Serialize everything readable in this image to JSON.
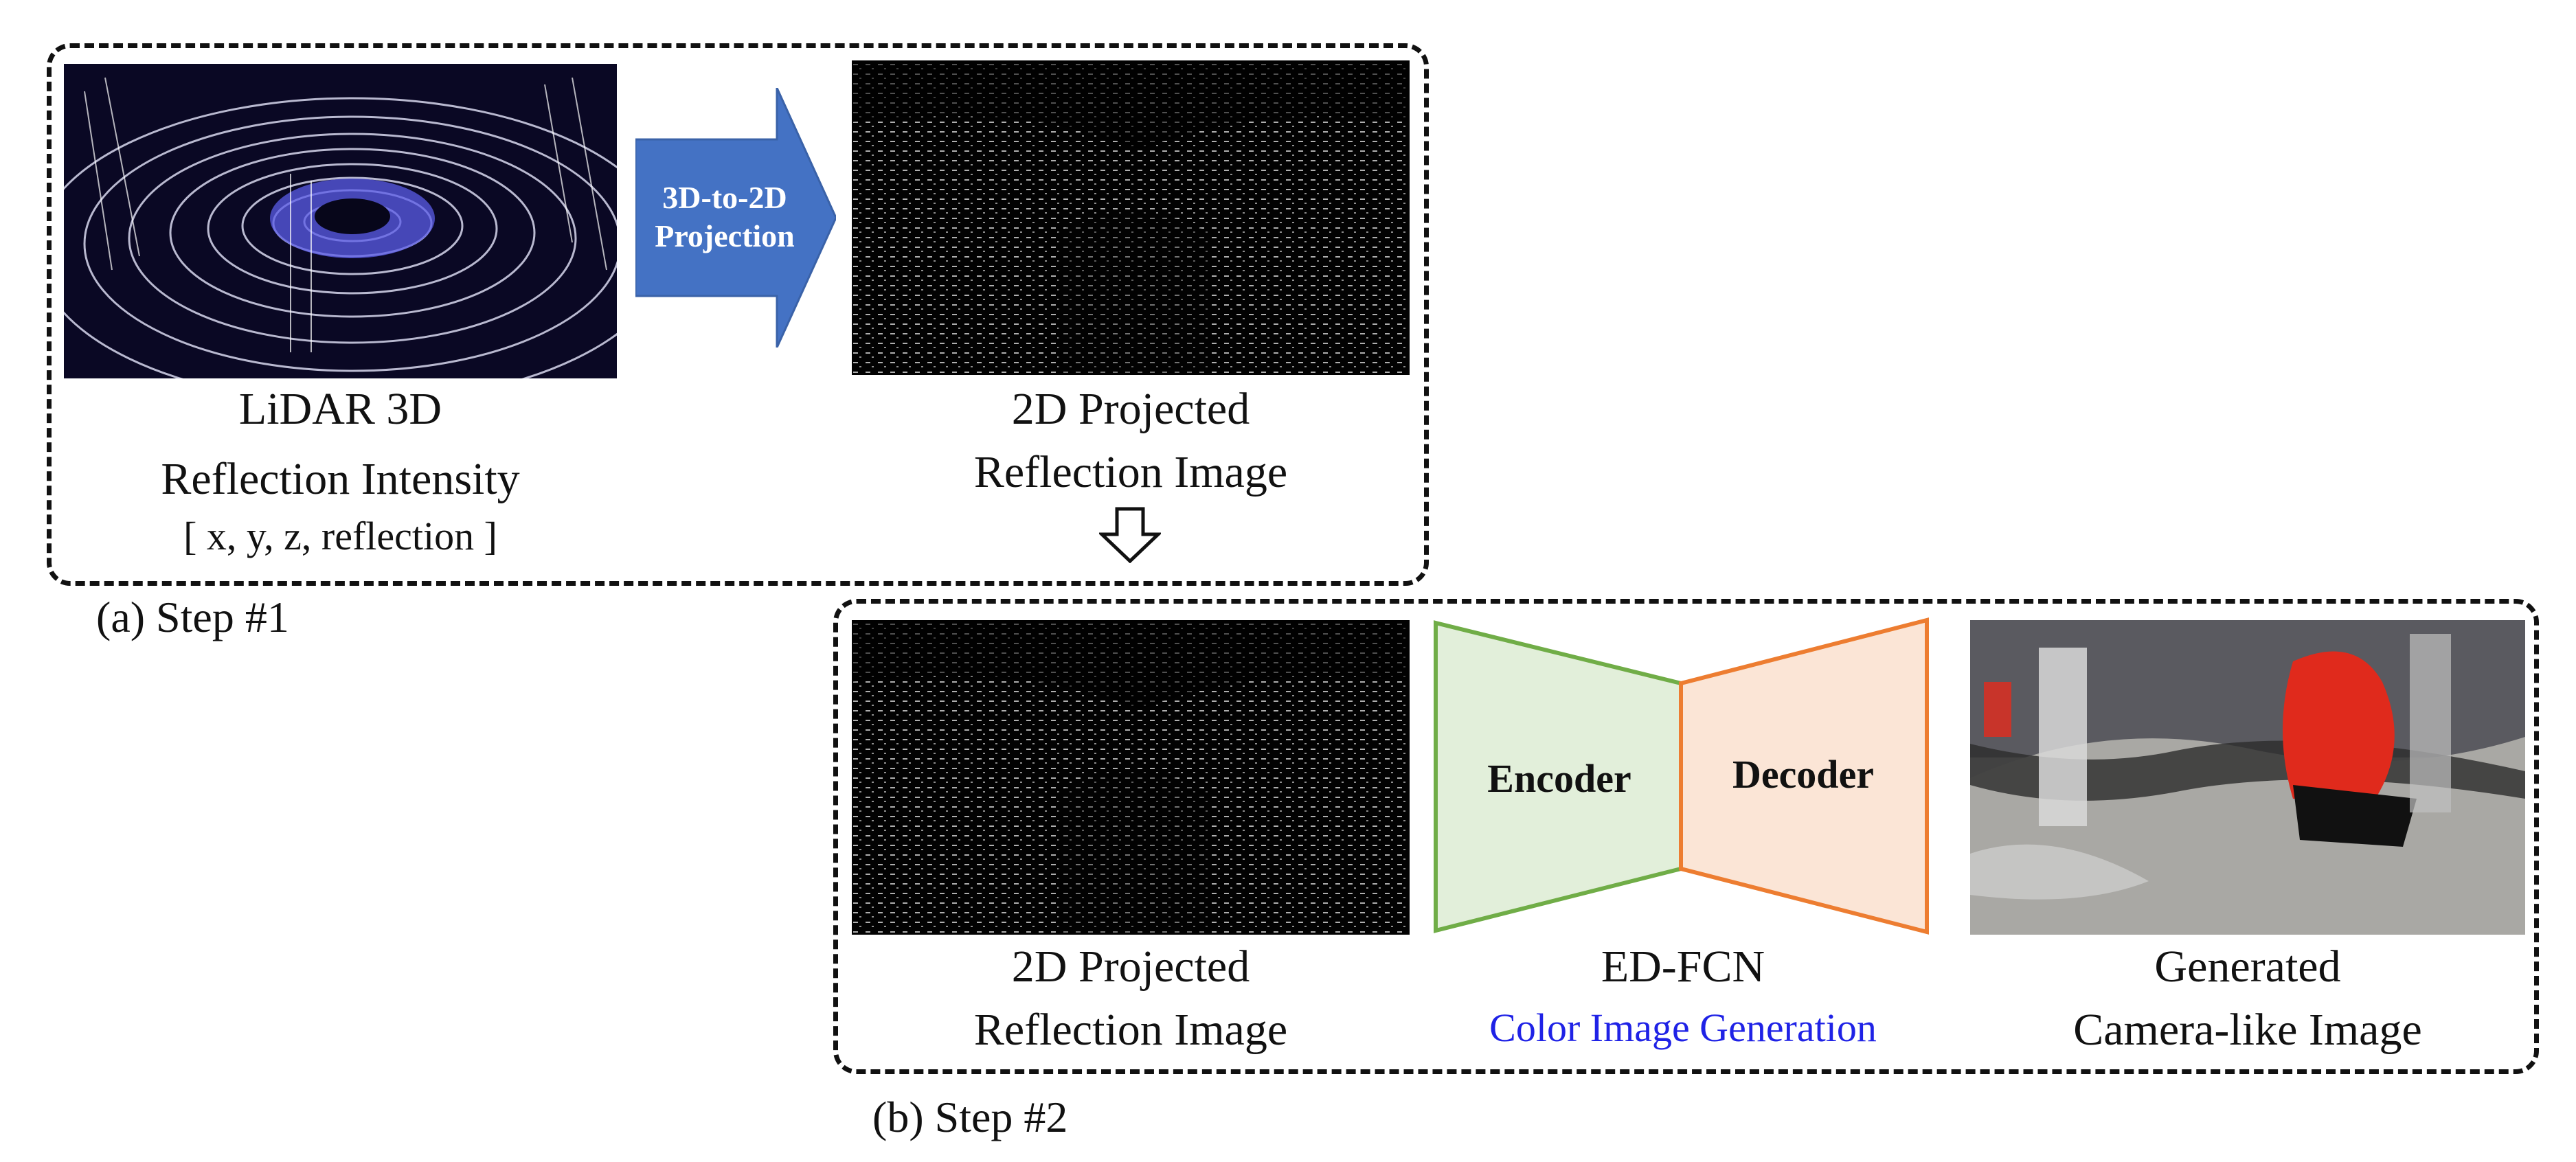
{
  "step1": {
    "label": "(a) Step #1",
    "lidar_caption": [
      "LiDAR 3D",
      "Reflection Intensity"
    ],
    "lidar_vector": "[ x, y, z, reflection ]",
    "projection_arrow": [
      "3D-to-2D",
      "Projection"
    ],
    "projected_caption": [
      "2D Projected",
      "Reflection Image"
    ]
  },
  "step2": {
    "label": "(b) Step #2",
    "projected_caption": [
      "2D Projected",
      "Reflection Image"
    ],
    "encoder": "Encoder",
    "decoder": "Decoder",
    "network_name": "ED-FCN",
    "network_desc": "Color Image Generation",
    "output_caption": [
      "Generated",
      "Camera-like Image"
    ]
  },
  "colors": {
    "arrow_fill": "#4472c4",
    "encoder_fill": "#e2efda",
    "encoder_stroke": "#70ad47",
    "decoder_fill": "#fbe5d6",
    "decoder_stroke": "#ed7d31",
    "highlight_text": "#1f22e6"
  }
}
